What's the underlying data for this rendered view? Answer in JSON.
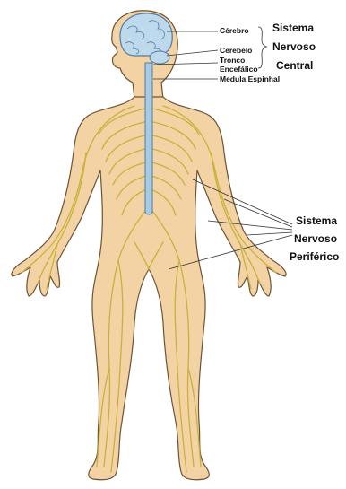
{
  "labels": {
    "cerebro": "Cérebro",
    "cerebelo": "Cerebelo",
    "tronco_line1": "Tronco",
    "tronco_line2": "Encefálico",
    "medula": "Medula Espinhal",
    "snc_line1": "Sistema",
    "snc_line2": "Nervoso",
    "snc_line3": "Central",
    "snp_line1": "Sistema",
    "snp_line2": "Nervoso",
    "snp_line3": "Periférico"
  },
  "colors": {
    "skin": "#f3d2a4",
    "skin_outline": "#6b5436",
    "nerve": "#c9b23a",
    "brain": "#bfd9ec",
    "brain_outline": "#4e7da3",
    "spinal_cord": "#a8cbe3",
    "leader_line": "#333333"
  }
}
